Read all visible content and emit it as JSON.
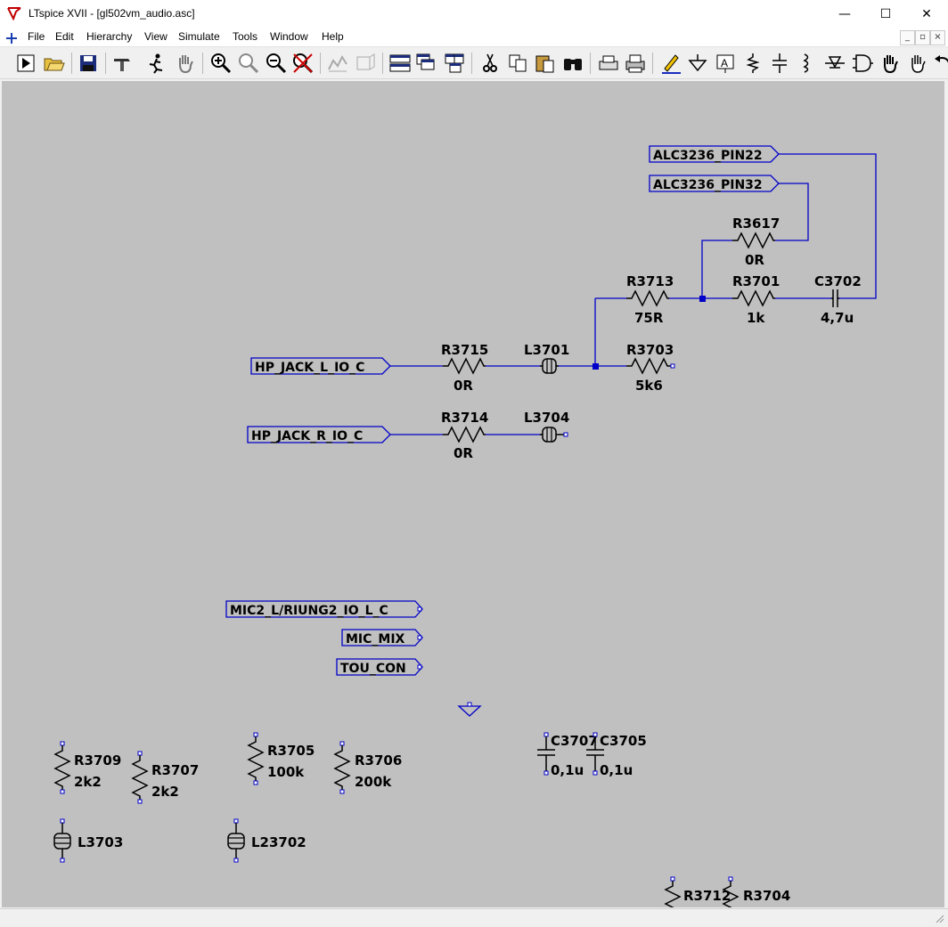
{
  "window": {
    "title": "LTspice XVII - [gl502vm_audio.asc]",
    "minimize_glyph": "—",
    "maximize_glyph": "☐",
    "close_glyph": "✕"
  },
  "menu": {
    "items": [
      "File",
      "Edit",
      "Hierarchy",
      "View",
      "Simulate",
      "Tools",
      "Window",
      "Help"
    ],
    "mdi": [
      "_",
      "▫",
      "×"
    ]
  },
  "toolbar": {
    "buttons": [
      "run-icon",
      "open-icon",
      "save-icon",
      "control-panel-icon",
      "halt-icon",
      "pan-icon",
      "zoom-in-icon",
      "zoom-full-icon",
      "zoom-out-icon",
      "zoom-cancel-icon",
      "autorange-icon",
      "fit-icon",
      "tile-horizontal-icon",
      "cascade-icon",
      "tile-vertical-icon",
      "cut-icon",
      "copy-icon",
      "paste-icon",
      "find-icon",
      "print-preview-icon",
      "print-icon",
      "draw-wire-icon",
      "ground-icon",
      "label-net-icon",
      "resistor-icon",
      "capacitor-icon",
      "inductor-icon",
      "diode-icon",
      "component-icon",
      "move-icon",
      "drag-icon",
      "undo-icon"
    ]
  },
  "schematic": {
    "net_flags": {
      "alc_pin22": "ALC3236_PIN22",
      "alc_pin32": "ALC3236_PIN32",
      "hp_jack_l": "HP_JACK_L_IO_C",
      "hp_jack_r": "HP_JACK_R_IO_C",
      "mic2_l": "MIC2_L/RIUNG2_IO_L_C",
      "mic_mix": "MIC_MIX",
      "tou_con": "TOU_CON"
    },
    "components": {
      "R3617": {
        "name": "R3617",
        "value": "0R"
      },
      "R3713": {
        "name": "R3713",
        "value": "75R"
      },
      "R3701": {
        "name": "R3701",
        "value": "1k"
      },
      "C3702": {
        "name": "C3702",
        "value": "4,7u"
      },
      "R3715": {
        "name": "R3715",
        "value": "0R"
      },
      "L3701": {
        "name": "L3701"
      },
      "R3703": {
        "name": "R3703",
        "value": "5k6"
      },
      "R3714": {
        "name": "R3714",
        "value": "0R"
      },
      "L3704": {
        "name": "L3704"
      },
      "R3709": {
        "name": "R3709",
        "value": "2k2"
      },
      "R3707": {
        "name": "R3707",
        "value": "2k2"
      },
      "R3705": {
        "name": "R3705",
        "value": "100k"
      },
      "R3706": {
        "name": "R3706",
        "value": "200k"
      },
      "C3707": {
        "name": "C3707",
        "value": "0,1u"
      },
      "C3705": {
        "name": "C3705",
        "value": "0,1u"
      },
      "L3703": {
        "name": "L3703"
      },
      "L23702": {
        "name": "L23702"
      },
      "R3712": {
        "name": "R3712"
      },
      "R3704": {
        "name": "R3704"
      }
    }
  },
  "colors": {
    "wire": "#0000c8",
    "canvas": "#c0c0c0",
    "text": "#000000"
  }
}
